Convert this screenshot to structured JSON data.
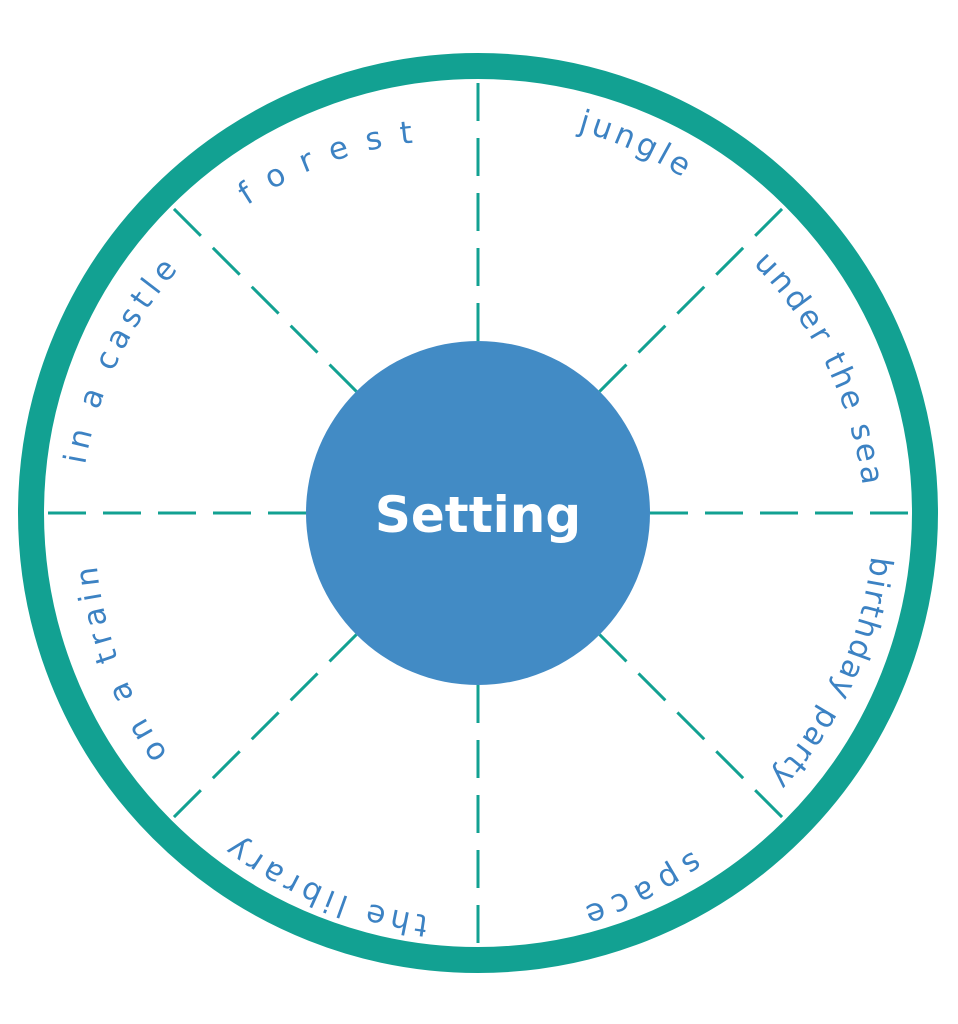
{
  "title": "Setting",
  "segments": [
    {
      "label": "forest"
    },
    {
      "label": "jungle"
    },
    {
      "label": "under the sea"
    },
    {
      "label": "birthday party"
    },
    {
      "label": "space"
    },
    {
      "label": "the library"
    },
    {
      "label": "on a train"
    },
    {
      "label": "in a castle"
    }
  ],
  "colors": {
    "ring": "#12A192",
    "divider": "#12A192",
    "hub": "#428BC5",
    "hub_text": "#FFFFFF",
    "label_text": "#3C82C3"
  }
}
